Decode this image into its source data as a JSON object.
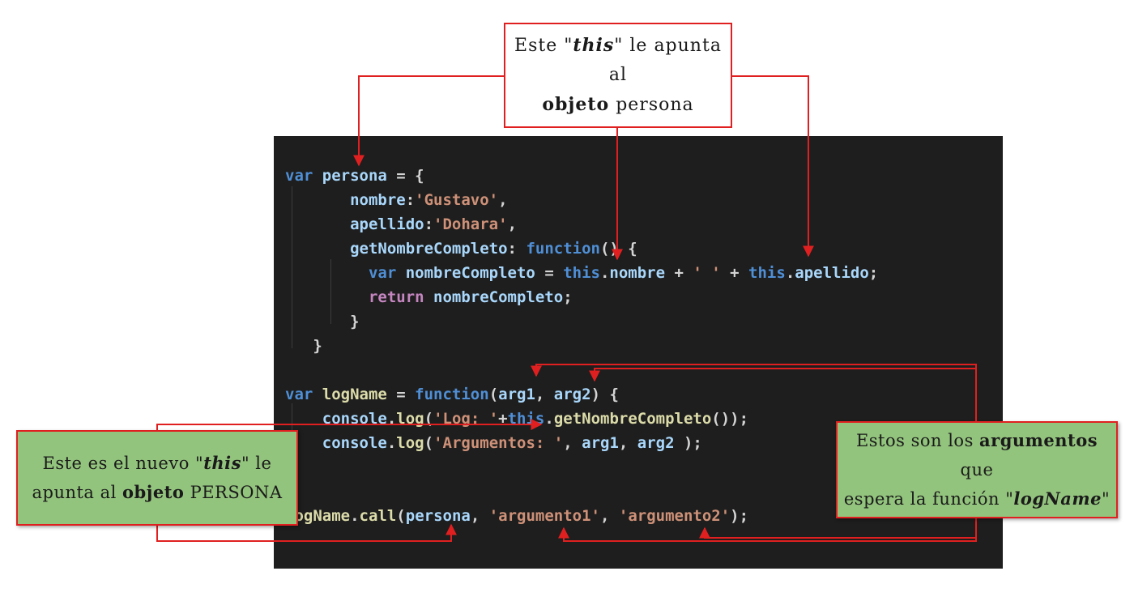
{
  "code_lines": [
    [
      {
        "c": "kw",
        "t": "var "
      },
      {
        "c": "id",
        "t": "persona"
      },
      {
        "c": "pl",
        "t": " = {"
      }
    ],
    [
      {
        "c": "pl",
        "t": "       "
      },
      {
        "c": "id",
        "t": "nombre"
      },
      {
        "c": "pl",
        "t": ":"
      },
      {
        "c": "str",
        "t": "'Gustavo'"
      },
      {
        "c": "pl",
        "t": ","
      }
    ],
    [
      {
        "c": "pl",
        "t": "       "
      },
      {
        "c": "id",
        "t": "apellido"
      },
      {
        "c": "pl",
        "t": ":"
      },
      {
        "c": "str",
        "t": "'Dohara'"
      },
      {
        "c": "pl",
        "t": ","
      }
    ],
    [
      {
        "c": "pl",
        "t": "       "
      },
      {
        "c": "id",
        "t": "getNombreCompleto"
      },
      {
        "c": "pl",
        "t": ": "
      },
      {
        "c": "kw",
        "t": "function"
      },
      {
        "c": "pl",
        "t": "() {"
      }
    ],
    [
      {
        "c": "pl",
        "t": "         "
      },
      {
        "c": "kw",
        "t": "var "
      },
      {
        "c": "id",
        "t": "nombreCompleto"
      },
      {
        "c": "pl",
        "t": " = "
      },
      {
        "c": "kw",
        "t": "this"
      },
      {
        "c": "pl",
        "t": "."
      },
      {
        "c": "id",
        "t": "nombre"
      },
      {
        "c": "pl",
        "t": " + "
      },
      {
        "c": "str",
        "t": "' '"
      },
      {
        "c": "pl",
        "t": " + "
      },
      {
        "c": "kw",
        "t": "this"
      },
      {
        "c": "pl",
        "t": "."
      },
      {
        "c": "id",
        "t": "apellido"
      },
      {
        "c": "pl",
        "t": ";"
      }
    ],
    [
      {
        "c": "pl",
        "t": "         "
      },
      {
        "c": "kw2",
        "t": "return "
      },
      {
        "c": "id",
        "t": "nombreCompleto"
      },
      {
        "c": "pl",
        "t": ";"
      }
    ],
    [
      {
        "c": "pl",
        "t": "       }"
      }
    ],
    [
      {
        "c": "pl",
        "t": "   }"
      }
    ],
    [],
    [
      {
        "c": "kw",
        "t": "var "
      },
      {
        "c": "fn",
        "t": "logName"
      },
      {
        "c": "pl",
        "t": " = "
      },
      {
        "c": "kw",
        "t": "function"
      },
      {
        "c": "pl",
        "t": "("
      },
      {
        "c": "id",
        "t": "arg1"
      },
      {
        "c": "pl",
        "t": ", "
      },
      {
        "c": "id",
        "t": "arg2"
      },
      {
        "c": "pl",
        "t": ") {"
      }
    ],
    [
      {
        "c": "pl",
        "t": "    "
      },
      {
        "c": "id",
        "t": "console"
      },
      {
        "c": "pl",
        "t": "."
      },
      {
        "c": "fn",
        "t": "log"
      },
      {
        "c": "pl",
        "t": "("
      },
      {
        "c": "str",
        "t": "'Log: '"
      },
      {
        "c": "pl",
        "t": "+"
      },
      {
        "c": "kw",
        "t": "this"
      },
      {
        "c": "pl",
        "t": "."
      },
      {
        "c": "fn",
        "t": "getNombreCompleto"
      },
      {
        "c": "pl",
        "t": "());"
      }
    ],
    [
      {
        "c": "pl",
        "t": "    "
      },
      {
        "c": "id",
        "t": "console"
      },
      {
        "c": "pl",
        "t": "."
      },
      {
        "c": "fn",
        "t": "log"
      },
      {
        "c": "pl",
        "t": "("
      },
      {
        "c": "str",
        "t": "'Argumentos: '"
      },
      {
        "c": "pl",
        "t": ", "
      },
      {
        "c": "id",
        "t": "arg1"
      },
      {
        "c": "pl",
        "t": ", "
      },
      {
        "c": "id",
        "t": "arg2"
      },
      {
        "c": "pl",
        "t": " );"
      }
    ],
    [],
    [],
    [
      {
        "c": "fn",
        "t": "logName"
      },
      {
        "c": "pl",
        "t": "."
      },
      {
        "c": "fn",
        "t": "call"
      },
      {
        "c": "pl",
        "t": "("
      },
      {
        "c": "id",
        "t": "persona"
      },
      {
        "c": "pl",
        "t": ", "
      },
      {
        "c": "str",
        "t": "'argumento1'"
      },
      {
        "c": "pl",
        "t": ", "
      },
      {
        "c": "str",
        "t": "'argumento2'"
      },
      {
        "c": "pl",
        "t": ");"
      }
    ]
  ],
  "callouts": {
    "top": {
      "line1_a": "Este \"",
      "line1_em": "this",
      "line1_b": "\" le apunta al",
      "line2_strong": "objeto",
      "line2_rest": " persona"
    },
    "left": {
      "line1_a": "Este  es el nuevo \"",
      "line1_em": "this",
      "line1_b": "\" le",
      "line2_a": "apunta al ",
      "line2_strong": "objeto",
      "line2_rest": " PERSONA"
    },
    "right": {
      "line1_a": "Estos son los ",
      "line1_strong": "argumentos",
      "line1_b": " que",
      "line2_a": "espera la función \"",
      "line2_em": "logName",
      "line2_b": "\""
    }
  },
  "colors": {
    "arrow": "#e02020",
    "callout_green": "#93c47d",
    "editor_bg": "#1e1e1e"
  }
}
